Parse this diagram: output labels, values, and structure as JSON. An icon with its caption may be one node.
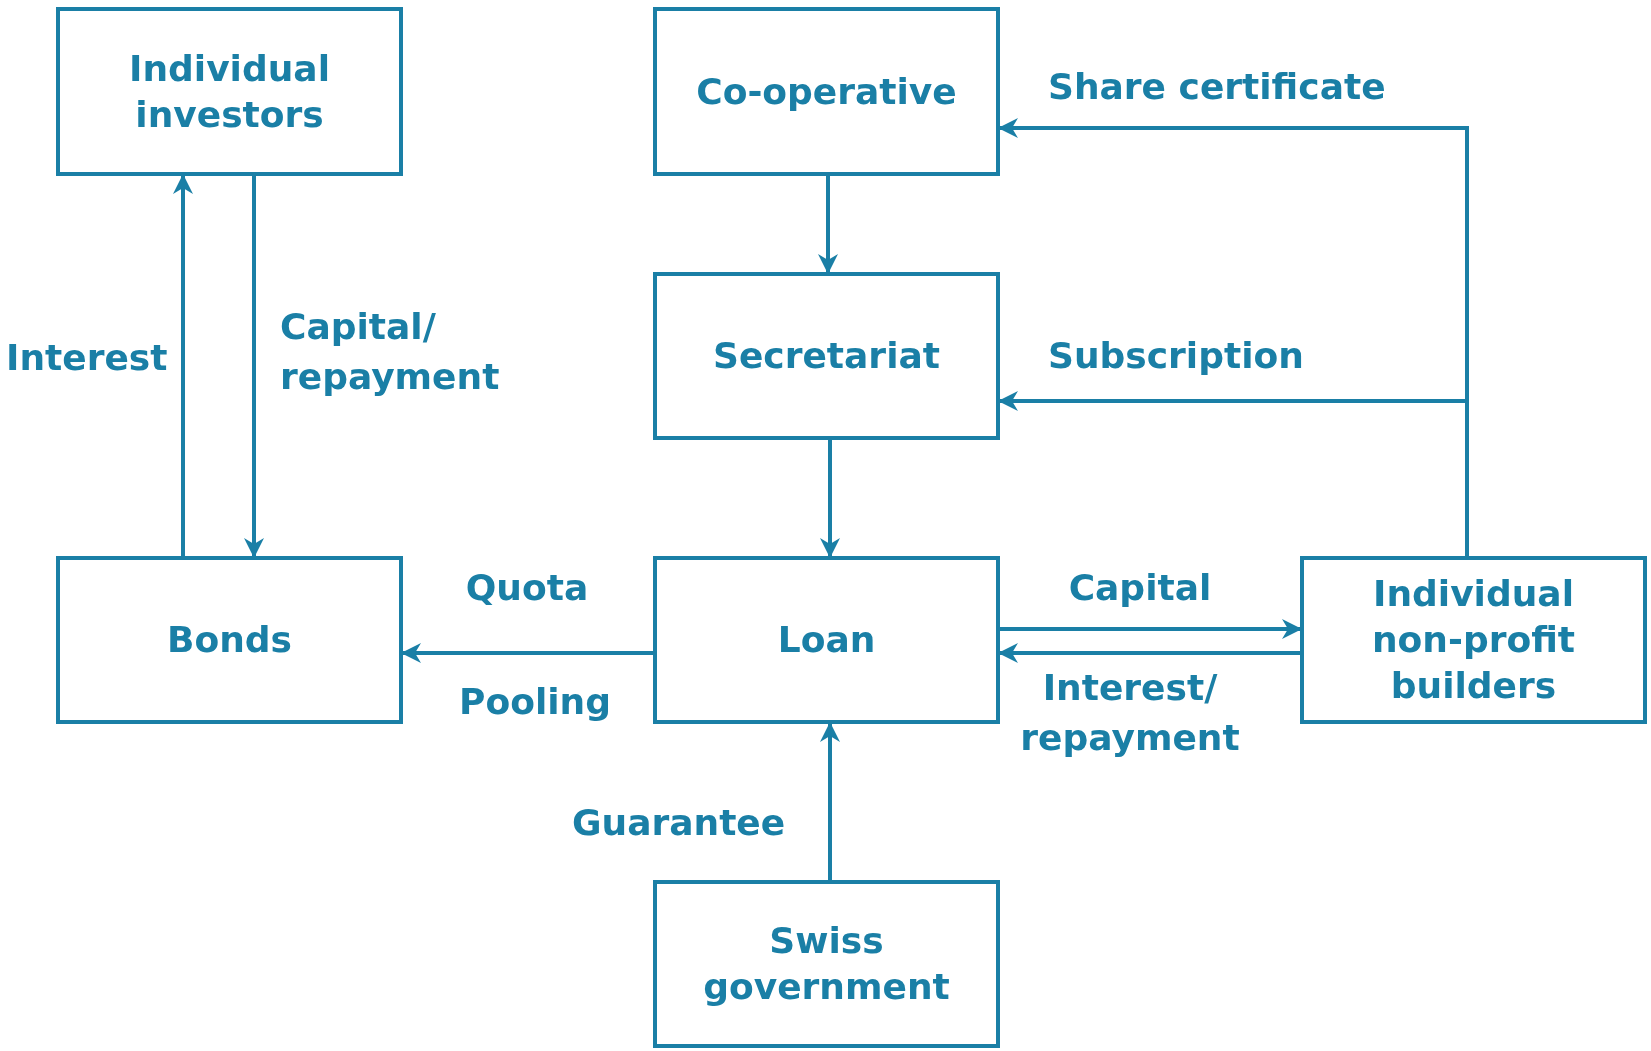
{
  "diagram": {
    "nodes": [
      {
        "text": [
          "Individual investors"
        ]
      },
      {
        "text": [
          "Co-operative"
        ]
      },
      {
        "text": [
          "Secretariat"
        ]
      },
      {
        "text": [
          "Bonds"
        ]
      },
      {
        "text": [
          "Loan"
        ]
      },
      {
        "text": [
          "Individual non-profit builders"
        ]
      },
      {
        "text": [
          "Swiss government"
        ]
      }
    ],
    "edges": [
      {
        "from": 0,
        "to": 3,
        "arrow": "to",
        "label": "Capital/ repayment"
      },
      {
        "from": 3,
        "to": 0,
        "arrow": "to",
        "label": "Interest"
      },
      {
        "from": 1,
        "to": 2,
        "arrow": "to"
      },
      {
        "from": 2,
        "to": 4,
        "arrow": "to"
      },
      {
        "from": 4,
        "to": 3,
        "arrow": "to",
        "label": "Quota"
      },
      {
        "from": 4,
        "to": 5,
        "arrow": "to",
        "label": "Capital"
      },
      {
        "from": 5,
        "to": 4,
        "arrow": "to",
        "label": "Interest/ repayment"
      },
      {
        "from": 5,
        "to": 1,
        "arrow": "to",
        "label": "Share certificate"
      },
      {
        "from": 5,
        "to": 2,
        "arrow": "to",
        "label": "Subscription"
      },
      {
        "from": 6,
        "to": 4,
        "arrow": "to",
        "label": "Guarantee"
      }
    ],
    "labels": [
      "Pooling"
    ]
  }
}
